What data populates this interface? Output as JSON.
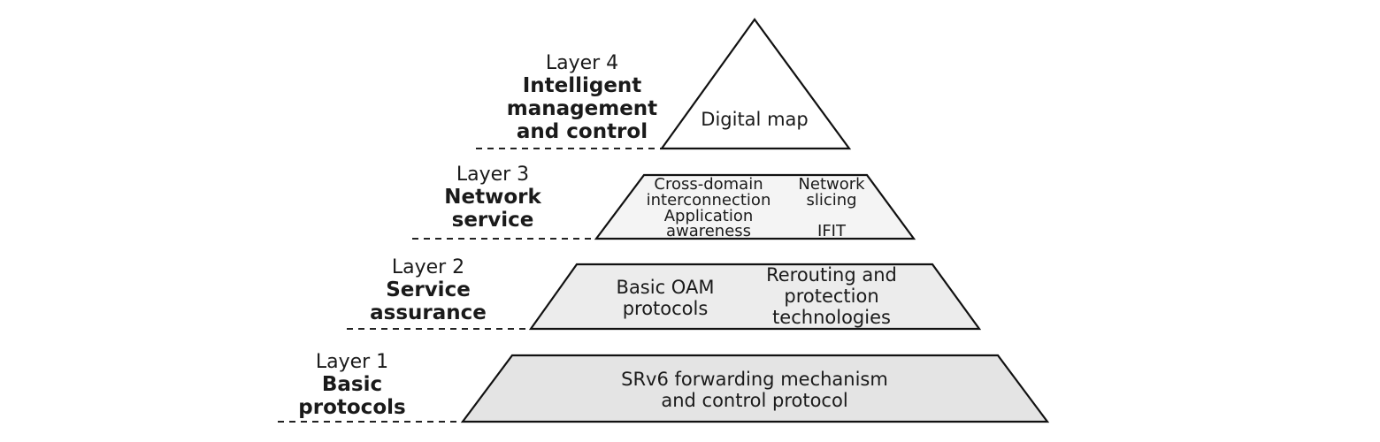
{
  "layers": [
    {
      "number_label": "Layer 4",
      "title_lines": [
        "Intelligent",
        "management",
        "and control"
      ],
      "items": [
        "Digital map"
      ]
    },
    {
      "number_label": "Layer 3",
      "title_lines": [
        "Network",
        "service"
      ],
      "items": [
        [
          "Cross-domain",
          "interconnection"
        ],
        [
          "Network",
          "slicing"
        ],
        [
          "Application",
          "awareness"
        ],
        [
          "IFIT"
        ]
      ]
    },
    {
      "number_label": "Layer 2",
      "title_lines": [
        "Service",
        "assurance"
      ],
      "items": [
        [
          "Basic OAM",
          "protocols"
        ],
        [
          "Rerouting and",
          "protection",
          "technologies"
        ]
      ]
    },
    {
      "number_label": "Layer 1",
      "title_lines": [
        "Basic",
        "protocols"
      ],
      "items": [
        [
          "SRv6 forwarding mechanism",
          "and control protocol"
        ]
      ]
    }
  ],
  "colors": {
    "layer4_fill": "#ffffff",
    "layer3_fill": "#f4f4f4",
    "layer2_fill": "#ececec",
    "layer1_fill": "#e4e4e4",
    "outline": "#111111"
  }
}
